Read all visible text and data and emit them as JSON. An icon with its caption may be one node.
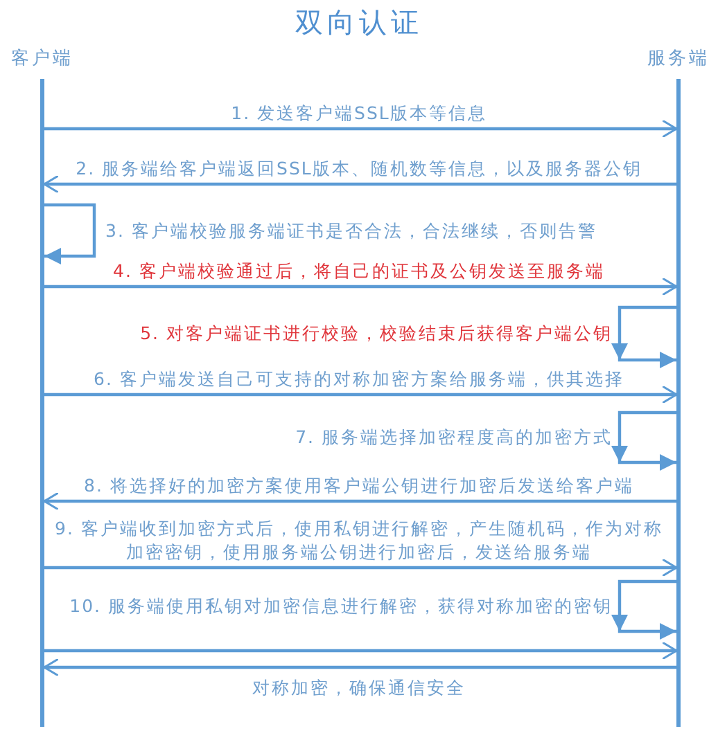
{
  "diagram": {
    "title": "双向认证",
    "nodes": [
      {
        "text": [
          "客户端"
        ]
      },
      {
        "text": [
          "服务端"
        ]
      }
    ],
    "edges": [
      {
        "from": 0,
        "to": 1,
        "arrow": "to",
        "label": "1. 发送客户端SSL版本等信息"
      },
      {
        "from": 1,
        "to": 0,
        "arrow": "to",
        "label": "2. 服务端给客户端返回SSL版本、随机数等信息，以及服务器公钥"
      },
      {
        "from": 0,
        "to": 0,
        "arrow": "to",
        "label": "3. 客户端校验服务端证书是否合法，合法继续，否则告警"
      },
      {
        "from": 0,
        "to": 1,
        "arrow": "to",
        "label": "4. 客户端校验通过后，将自己的证书及公钥发送至服务端"
      },
      {
        "from": 1,
        "to": 1,
        "arrow": "to",
        "label": "5. 对客户端证书进行校验，校验结束后获得客户端公钥"
      },
      {
        "from": 0,
        "to": 1,
        "arrow": "to",
        "label": "6. 客户端发送自己可支持的对称加密方案给服务端，供其选择"
      },
      {
        "from": 1,
        "to": 1,
        "arrow": "to",
        "label": "7. 服务端选择加密程度高的加密方式"
      },
      {
        "from": 1,
        "to": 0,
        "arrow": "to",
        "label": "8. 将选择好的加密方案使用客户端公钥进行加密后发送给客户端"
      },
      {
        "from": 0,
        "to": 1,
        "arrow": "to",
        "label": "9. 客户端收到加密方式后，使用私钥进行解密，产生随机码，作为对称加密密钥，使用服务端公钥进行加密后，发送给服务端"
      },
      {
        "from": 1,
        "to": 1,
        "arrow": "to",
        "label": "10. 服务端使用私钥对加密信息进行解密，获得对称加密的密钥"
      },
      {
        "from": 0,
        "to": 1,
        "arrow": "to"
      },
      {
        "from": 1,
        "to": 0,
        "arrow": "to",
        "label": "对称加密，确保通信安全"
      }
    ]
  }
}
